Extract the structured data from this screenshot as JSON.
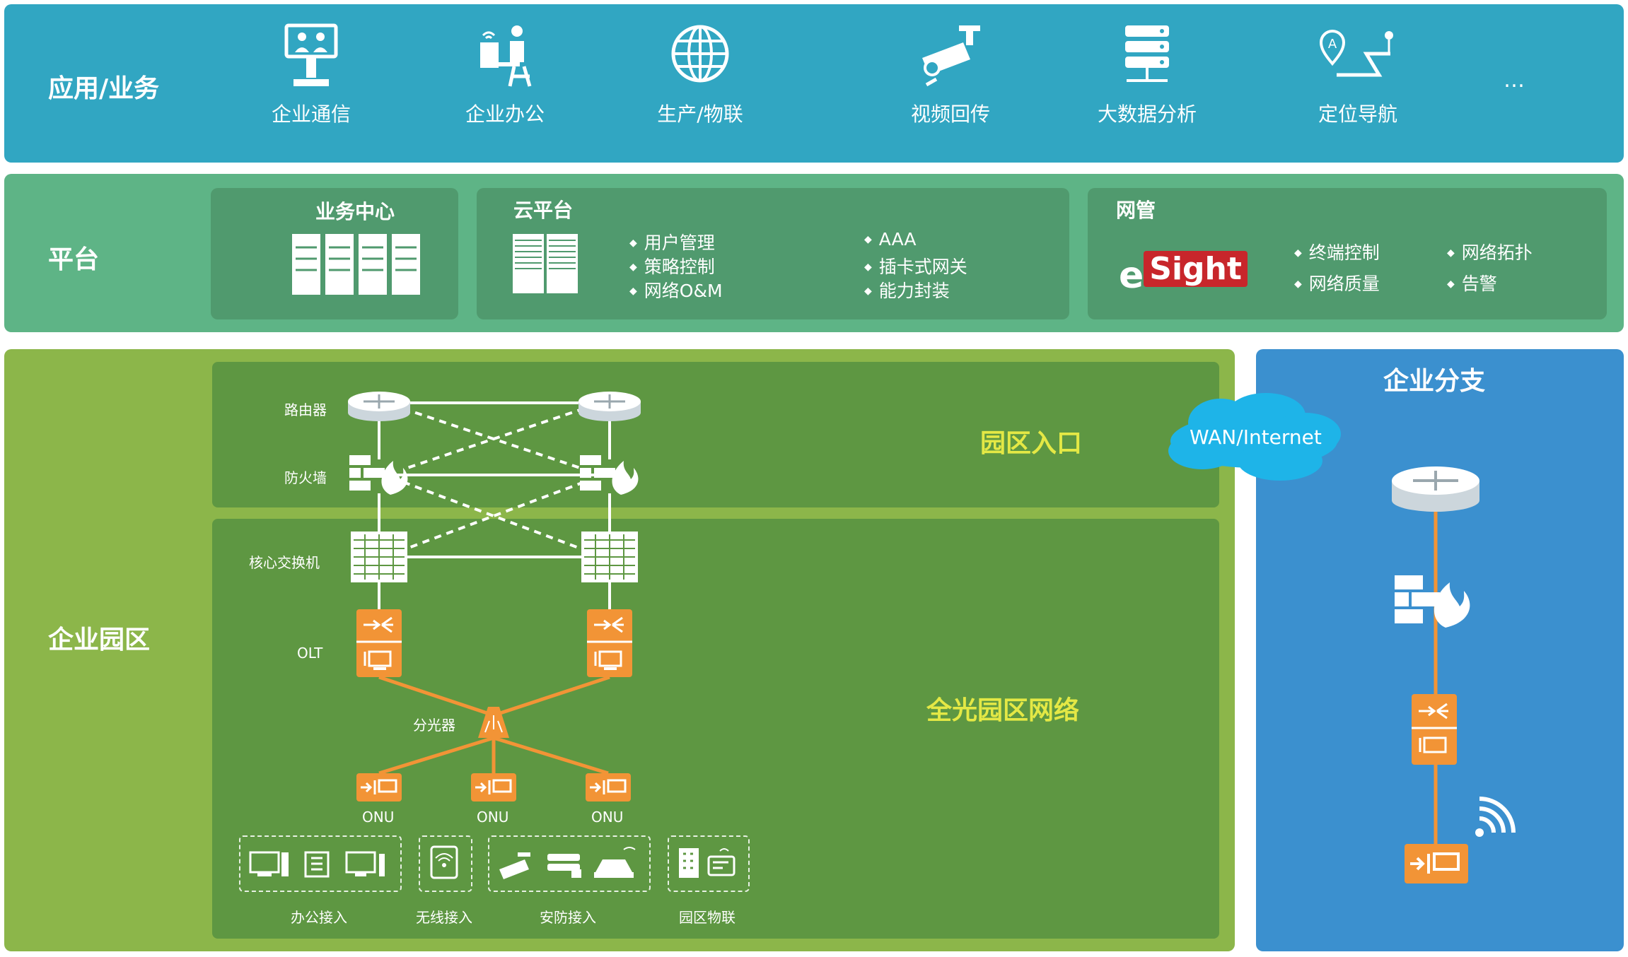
{
  "application_layer": {
    "title": "应用/业务",
    "items": [
      {
        "label": "企业通信",
        "icon": "video-conference-icon"
      },
      {
        "label": "企业办公",
        "icon": "office-worker-icon"
      },
      {
        "label": "生产/物联",
        "icon": "globe-icon"
      },
      {
        "label": "视频回传",
        "icon": "surveillance-camera-icon"
      },
      {
        "label": "大数据分析",
        "icon": "server-stack-icon"
      },
      {
        "label": "定位导航",
        "icon": "location-route-icon"
      }
    ],
    "more": "…"
  },
  "platform_layer": {
    "title": "平台",
    "business_center": {
      "title": "业务中心"
    },
    "cloud_platform": {
      "title": "云平台",
      "features_left": [
        "用户管理",
        "策略控制",
        "网络O&M"
      ],
      "features_right": [
        "AAA",
        "插卡式网关",
        "能力封装"
      ]
    },
    "network_management": {
      "title": "网管",
      "logo_e": "e",
      "logo_sight": "Sight",
      "features_left": [
        "终端控制",
        "网络质量"
      ],
      "features_right": [
        "网络拓扑",
        "告警"
      ]
    }
  },
  "campus": {
    "title": "企业园区",
    "entry_zone": "园区入口",
    "network_zone": "全光园区网络",
    "device_labels": {
      "router": "路由器",
      "firewall": "防火墙",
      "core_switch": "核心交换机",
      "olt": "OLT",
      "splitter": "分光器",
      "onu": "ONU"
    },
    "access_groups": [
      "办公接入",
      "无线接入",
      "安防接入",
      "园区物联"
    ]
  },
  "wan": {
    "label": "WAN/Internet"
  },
  "branch": {
    "title": "企业分支"
  },
  "colors": {
    "app_band": "#31a6c2",
    "platform_band": "#5eb486",
    "campus_band": "#8cb64a",
    "branch_band": "#3b90cf",
    "device_orange": "#f29436",
    "zone_label_yellow": "#e4e845",
    "cloud_blue": "#1eb4e8"
  }
}
